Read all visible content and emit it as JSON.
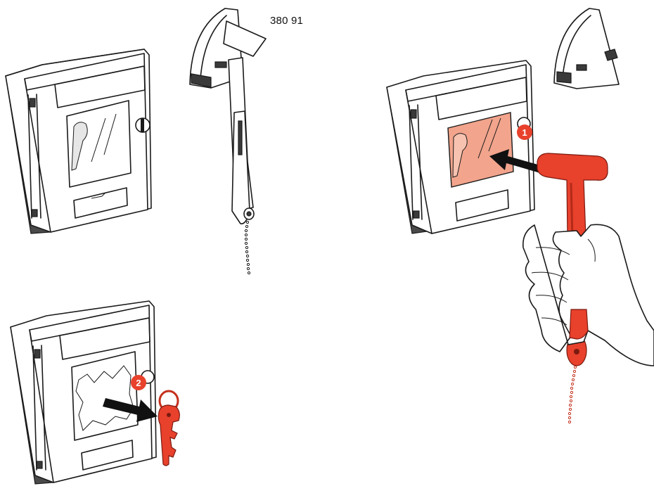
{
  "part_number": "380 91",
  "steps": [
    {
      "number": "1",
      "action": "break-glass-with-hammer"
    },
    {
      "number": "2",
      "action": "reset-with-key"
    }
  ],
  "colors": {
    "outline": "#1a1a1a",
    "accent_red": "#e8412c",
    "glass_broken_tint": "#f2a48c",
    "arrow": "#111111",
    "device_face": "#ffffff"
  }
}
